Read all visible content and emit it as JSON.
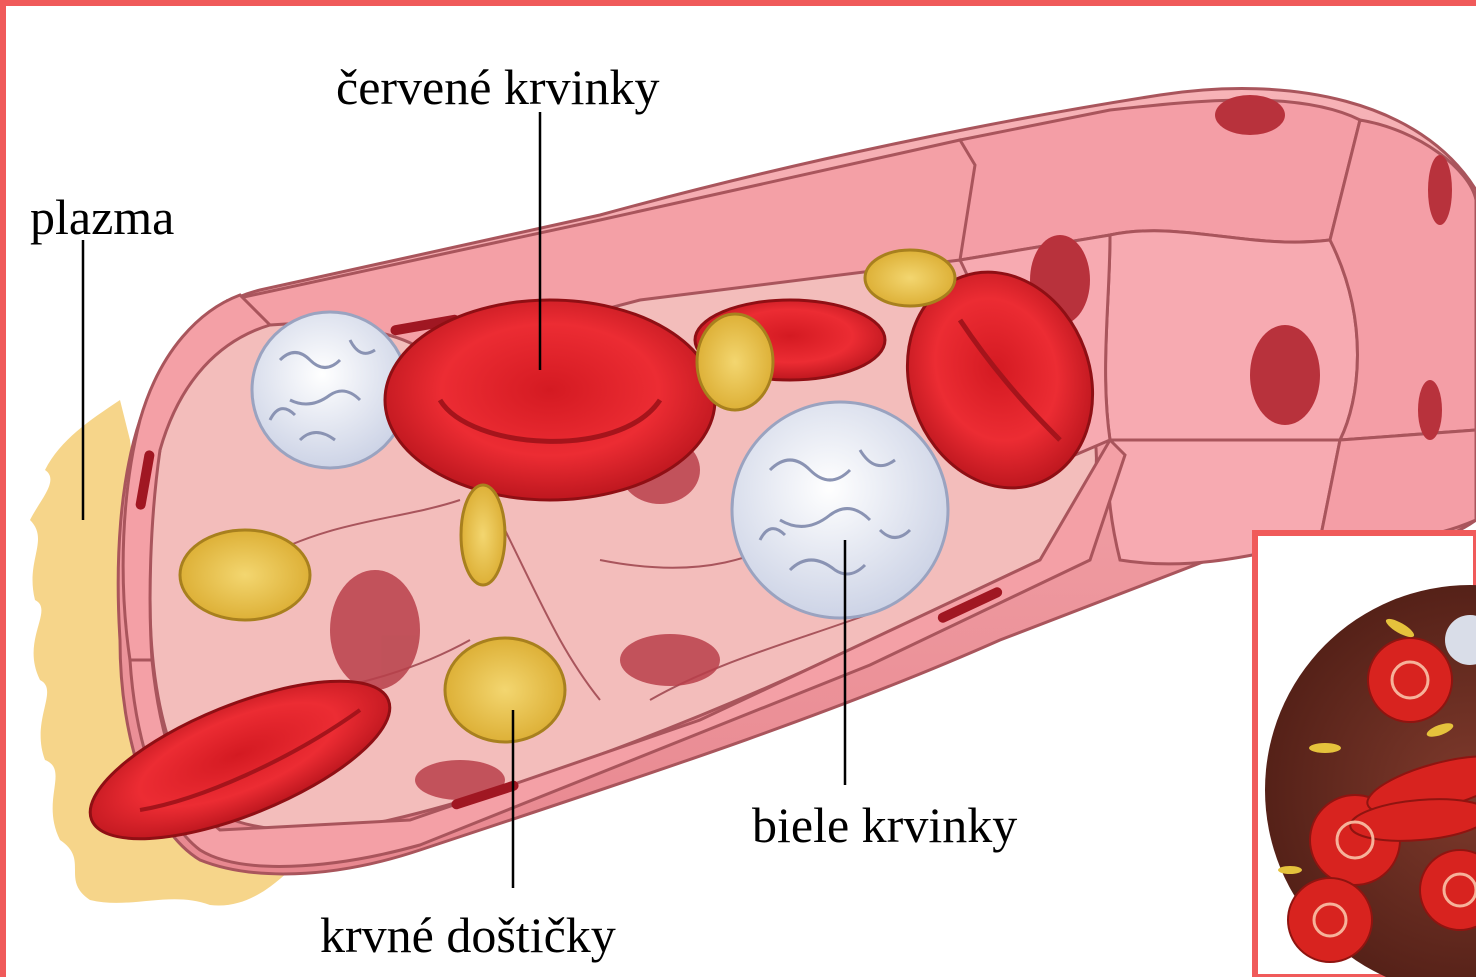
{
  "labels": {
    "red_cells": "červené krvinky",
    "plasma": "plazma",
    "white_cells": "biele krvinky",
    "platelets": "krvné doštičky"
  },
  "colors": {
    "frame": "#f05a5a",
    "vessel_wall": "#f4a3a8",
    "vessel_wall_dark": "#e07a82",
    "vessel_inner": "#f7c6c4",
    "red_cell": "#e8242b",
    "red_cell_dark": "#b5141b",
    "white_cell": "#eef1f8",
    "platelet": "#e8c24a",
    "plasma": "#f6d58a",
    "nucleus": "#b8323c",
    "inset_bg": "#6b2a20"
  }
}
